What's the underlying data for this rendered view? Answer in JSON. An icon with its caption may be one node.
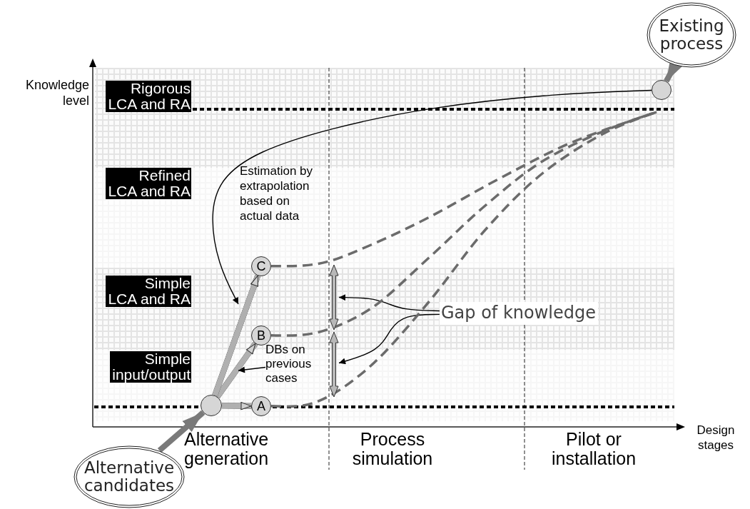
{
  "diagram": {
    "nodes": [
      {
        "text": [
          "Existing process"
        ]
      },
      {
        "text": [],
        "shape": "circle"
      },
      {
        "text": [],
        "shape": "circle"
      },
      {
        "text": [
          "A"
        ]
      },
      {
        "text": [
          "B"
        ]
      },
      {
        "text": [
          "C"
        ]
      },
      {
        "text": [
          "Alternative candidates"
        ]
      },
      {
        "text": [
          "Gap of knowledge"
        ]
      },
      {
        "text": [
          "DBs on previous cases"
        ]
      },
      {
        "text": [],
        "shape": "bar"
      },
      {
        "text": [],
        "shape": "bar"
      },
      {
        "text": [
          "Rigorous LCA and RA"
        ]
      },
      {
        "text": [
          "Refined LCA and RA"
        ]
      },
      {
        "text": [
          "Simple LCA and RA"
        ]
      },
      {
        "text": [
          "Simple input/output"
        ]
      }
    ],
    "edges": [
      {
        "from": 0,
        "to": 1,
        "arrow": "to",
        "style": "thick",
        "color": "#7a7a7a"
      },
      {
        "from": 6,
        "to": 2,
        "arrow": "to",
        "style": "thick",
        "color": "#7a7a7a"
      },
      {
        "from": 1,
        "to": null,
        "arrow": "to",
        "label": "Estimation by extrapolation based on actual data"
      },
      {
        "from": 2,
        "to": 3,
        "arrow": "to",
        "style": "thick",
        "color": "#b0b0b0"
      },
      {
        "from": 2,
        "to": 4,
        "arrow": "to",
        "style": "thick",
        "color": "#b0b0b0"
      },
      {
        "from": 2,
        "to": 5,
        "arrow": "to",
        "style": "thick",
        "color": "#b0b0b0"
      },
      {
        "from": 8,
        "to": null,
        "arrow": "to"
      },
      {
        "from": 7,
        "to": 9,
        "arrow": "to"
      },
      {
        "from": 7,
        "to": 10,
        "arrow": "to"
      },
      {
        "from": 5,
        "to": null,
        "arrow": "none",
        "style": "dashed",
        "color": "#6b6b6b"
      },
      {
        "from": 4,
        "to": null,
        "arrow": "none",
        "style": "dashed",
        "color": "#6b6b6b"
      },
      {
        "from": 3,
        "to": null,
        "arrow": "none",
        "style": "dashed",
        "color": "#6b6b6b"
      }
    ],
    "labels": [
      "Knowledge level",
      "Design stages",
      "Alternative generation",
      "Process simulation",
      "Pilot or installation"
    ]
  }
}
